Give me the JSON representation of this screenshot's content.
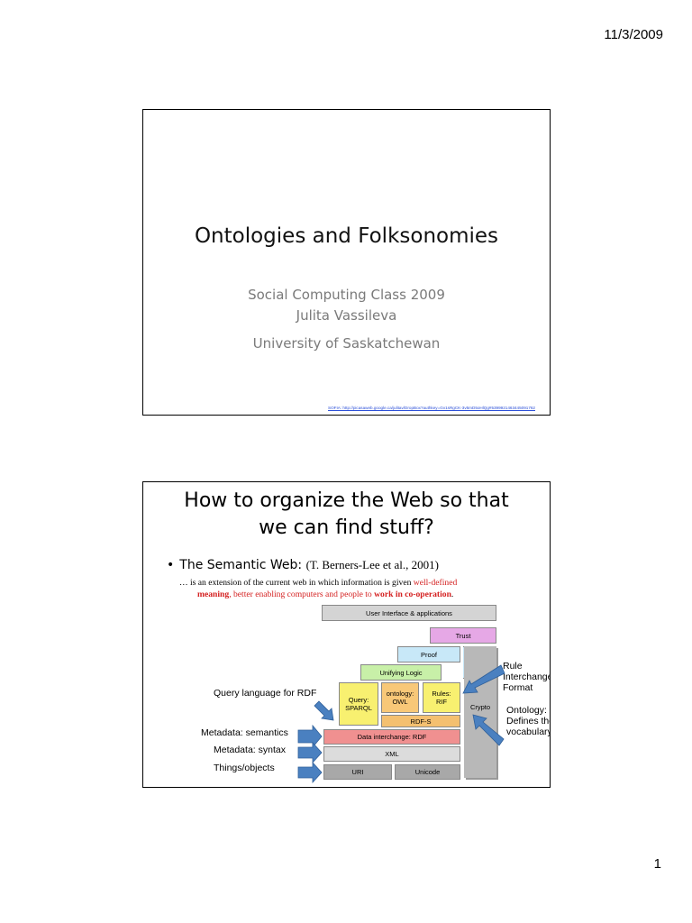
{
  "header": {
    "date": "11/3/2009"
  },
  "footer": {
    "page_number": "1"
  },
  "slide1": {
    "title": "Ontologies and Folksonomies",
    "subtitle_line1": "Social Computing Class 2009",
    "subtitle_line2": "Julita Vassileva",
    "subtitle_line3": "University of Saskatchewan",
    "credit": "SOFIA: http://picasaweb.google.ca/julitav/DropBox?authkey=Gv1sRgCK-3v5mD5oHlQg#5399921463445091762"
  },
  "slide2": {
    "title_line1": "How to organize the Web so that",
    "title_line2": "we can find stuff?",
    "bullet_head": "The Semantic Web:",
    "bullet_cite": "(T. Berners-Lee et al., 2001)",
    "quote": {
      "p1": "… is an extension of the current  web in which information is given ",
      "p2": "well-defined",
      "p3": "meaning",
      "p4": ", better enabling computers and people to ",
      "p5": "work in co-operation",
      "p6": "."
    },
    "stack": {
      "ui": "User Interface & applications",
      "trust": "Trust",
      "proof": "Proof",
      "logic": "Unifying Logic",
      "query1": "Query:",
      "query2": "SPARQL",
      "ontology1": "ontology:",
      "ontology2": "OWL",
      "rules1": "Rules:",
      "rules2": "RIF",
      "rdfs": "RDF-S",
      "crypto": "Crypto",
      "rdf": "Data interchange: RDF",
      "xml": "XML",
      "uri": "URI",
      "unicode": "Unicode"
    },
    "annotations": {
      "query": "Query language for RDF",
      "semantics": "Metadata: semantics",
      "syntax": "Metadata: syntax",
      "things": "Things/objects",
      "rule1": "Rule",
      "rule2": "Interchange",
      "rule3": "Format",
      "ont1": "Ontology:",
      "ont2": "Defines the",
      "ont3": "vocabulary"
    },
    "colors": {
      "ui": "#d4d4d4",
      "trust": "#e6a8e6",
      "proof": "#c8e8f8",
      "logic": "#c8f0a8",
      "query": "#f8f070",
      "ontology": "#f8c878",
      "rules": "#f8f070",
      "rdfs": "#f4c070",
      "rdf": "#f09090",
      "xml": "#dcdcdc",
      "uri": "#a8a8a8",
      "crypto": "#b8b8b8",
      "arrow": "#4a80c0"
    }
  }
}
